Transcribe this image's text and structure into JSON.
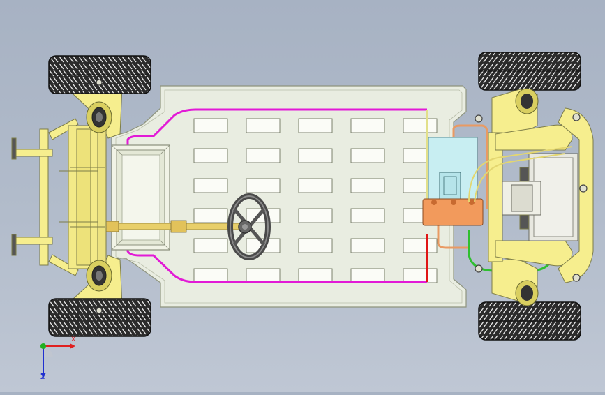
{
  "viewport": {
    "model": "chassis-assembly-top-view",
    "colors": {
      "background_top": "#a7b2c3",
      "background_bottom": "#bfc7d4",
      "floor_pan": "#e8ece0",
      "floor_border": "#9aa08a",
      "suspension": "#f6ee8e",
      "suspension_edge": "#8a8a50",
      "tire": "#2a2a2a",
      "brake_line_magenta": "#e21ad6",
      "brake_line_red": "#e01515",
      "coolant_line_green": "#2fbf2f",
      "fuel_line_orange": "#e99a63",
      "battery_cyan": "#c8eef2",
      "motor_orange": "#f29a5c"
    },
    "floor_slots": {
      "columns": 5,
      "rows": 6
    }
  },
  "triad": {
    "x_label": "X",
    "z_label": "Z",
    "x_color": "#e02020",
    "y_color": "#20b020",
    "z_color": "#2030d0"
  }
}
